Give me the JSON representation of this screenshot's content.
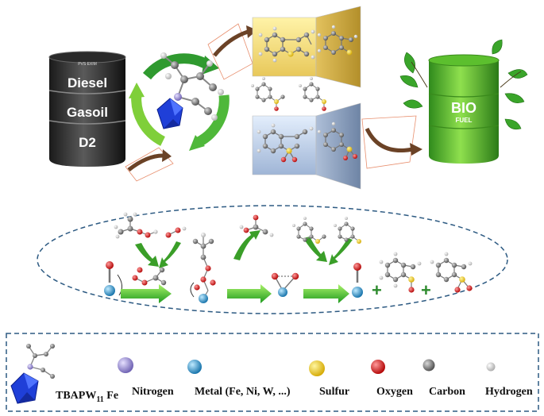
{
  "barrel": {
    "tag": "PVS EXIM",
    "labels": [
      "Diesel",
      "Gasoil",
      "D2"
    ]
  },
  "biofuel": {
    "title": "BIO",
    "subtitle": "FUEL"
  },
  "legend": {
    "catalyst": "TBAPW",
    "catalyst_sub": "11",
    "catalyst_suffix": " Fe",
    "items": [
      {
        "label": "Nitrogen",
        "color": "#8b7fc9"
      },
      {
        "label": "Metal (Fe, Ni, W, ...)",
        "color": "#2a9ad6"
      },
      {
        "label": "Sulfur",
        "color": "#f2c600"
      },
      {
        "label": "Oxygen",
        "color": "#e00000"
      },
      {
        "label": "Carbon",
        "color": "#777777"
      },
      {
        "label": "Hydrogen",
        "color": "#dddddd"
      }
    ]
  },
  "mechanism": {
    "plus_sign": "+"
  }
}
